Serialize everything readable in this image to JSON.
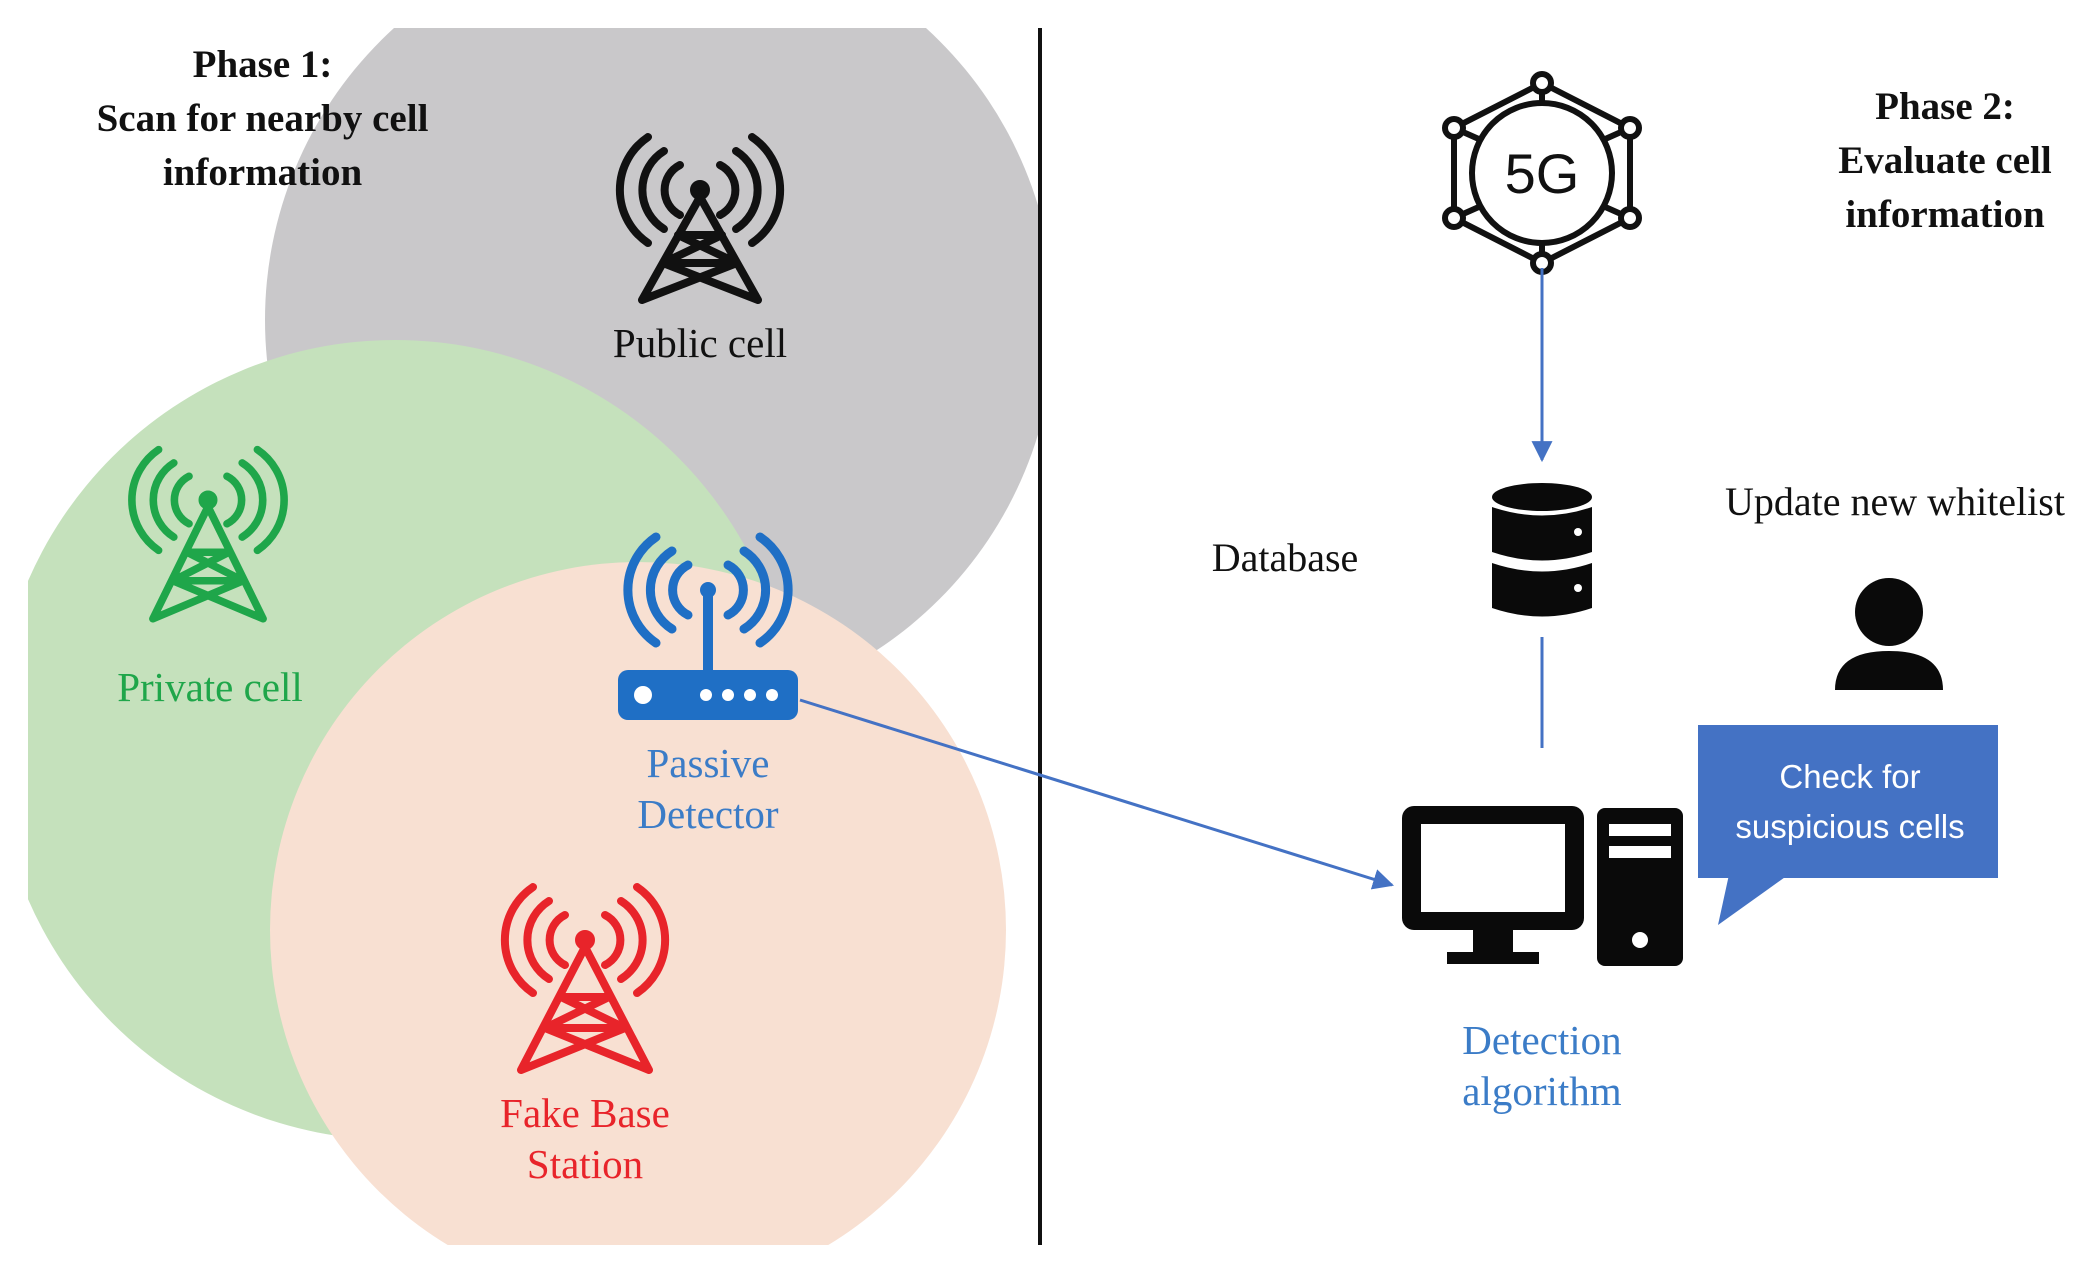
{
  "phase1": {
    "title_line1": "Phase 1:",
    "title_line2": "Scan for nearby cell",
    "title_line3": "information"
  },
  "phase2": {
    "title_line1": "Phase 2:",
    "title_line2": "Evaluate cell",
    "title_line3": "information"
  },
  "cells": {
    "public": {
      "label": "Public cell"
    },
    "private": {
      "label": "Private cell"
    },
    "fake": {
      "label_line1": "Fake Base",
      "label_line2": "Station"
    }
  },
  "detector": {
    "label_line1": "Passive",
    "label_line2": "Detector"
  },
  "network_icon": {
    "text": "5G"
  },
  "database": {
    "label": "Database"
  },
  "whitelist": {
    "label": "Update new whitelist"
  },
  "callout": {
    "line1": "Check for",
    "line2": "suspicious cells"
  },
  "detection": {
    "label_line1": "Detection",
    "label_line2": "algorithm"
  },
  "colors": {
    "public_circle": "#c9c8ca",
    "private_circle": "#c5e1bc",
    "fake_circle": "#f8e0d2",
    "private_green": "#1fa64a",
    "fake_red": "#e8242a",
    "detector_blue": "#1f6fc5",
    "label_blue": "#3b7cc7",
    "arrow_blue": "#4472c4",
    "callout_blue": "#4472c4",
    "ink": "#0a0a0a"
  },
  "icons": [
    "tower-icon",
    "router-icon",
    "5g-network-icon",
    "database-icon",
    "user-icon",
    "computer-icon"
  ]
}
